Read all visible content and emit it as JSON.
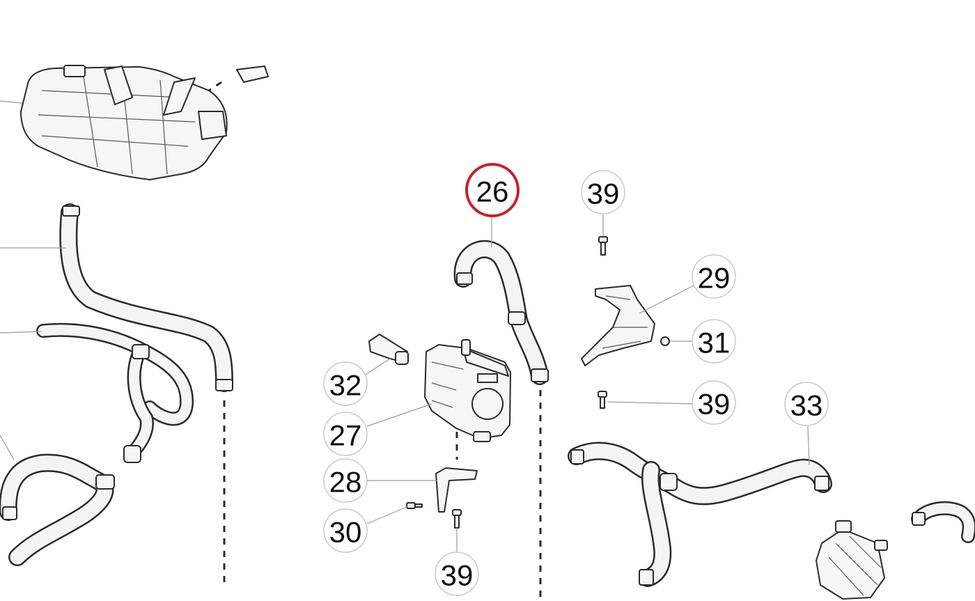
{
  "diagram": {
    "highlight_color": "#c8202a",
    "callouts": [
      {
        "id": "c26",
        "label": "26",
        "highlighted": true
      },
      {
        "id": "c39a",
        "label": "39",
        "highlighted": false
      },
      {
        "id": "c29",
        "label": "29",
        "highlighted": false
      },
      {
        "id": "c31",
        "label": "31",
        "highlighted": false
      },
      {
        "id": "c39b",
        "label": "39",
        "highlighted": false
      },
      {
        "id": "c33",
        "label": "33",
        "highlighted": false
      },
      {
        "id": "c32",
        "label": "32",
        "highlighted": false
      },
      {
        "id": "c27",
        "label": "27",
        "highlighted": false
      },
      {
        "id": "c28",
        "label": "28",
        "highlighted": false
      },
      {
        "id": "c30",
        "label": "30",
        "highlighted": false
      },
      {
        "id": "c39c",
        "label": "39",
        "highlighted": false
      }
    ]
  }
}
